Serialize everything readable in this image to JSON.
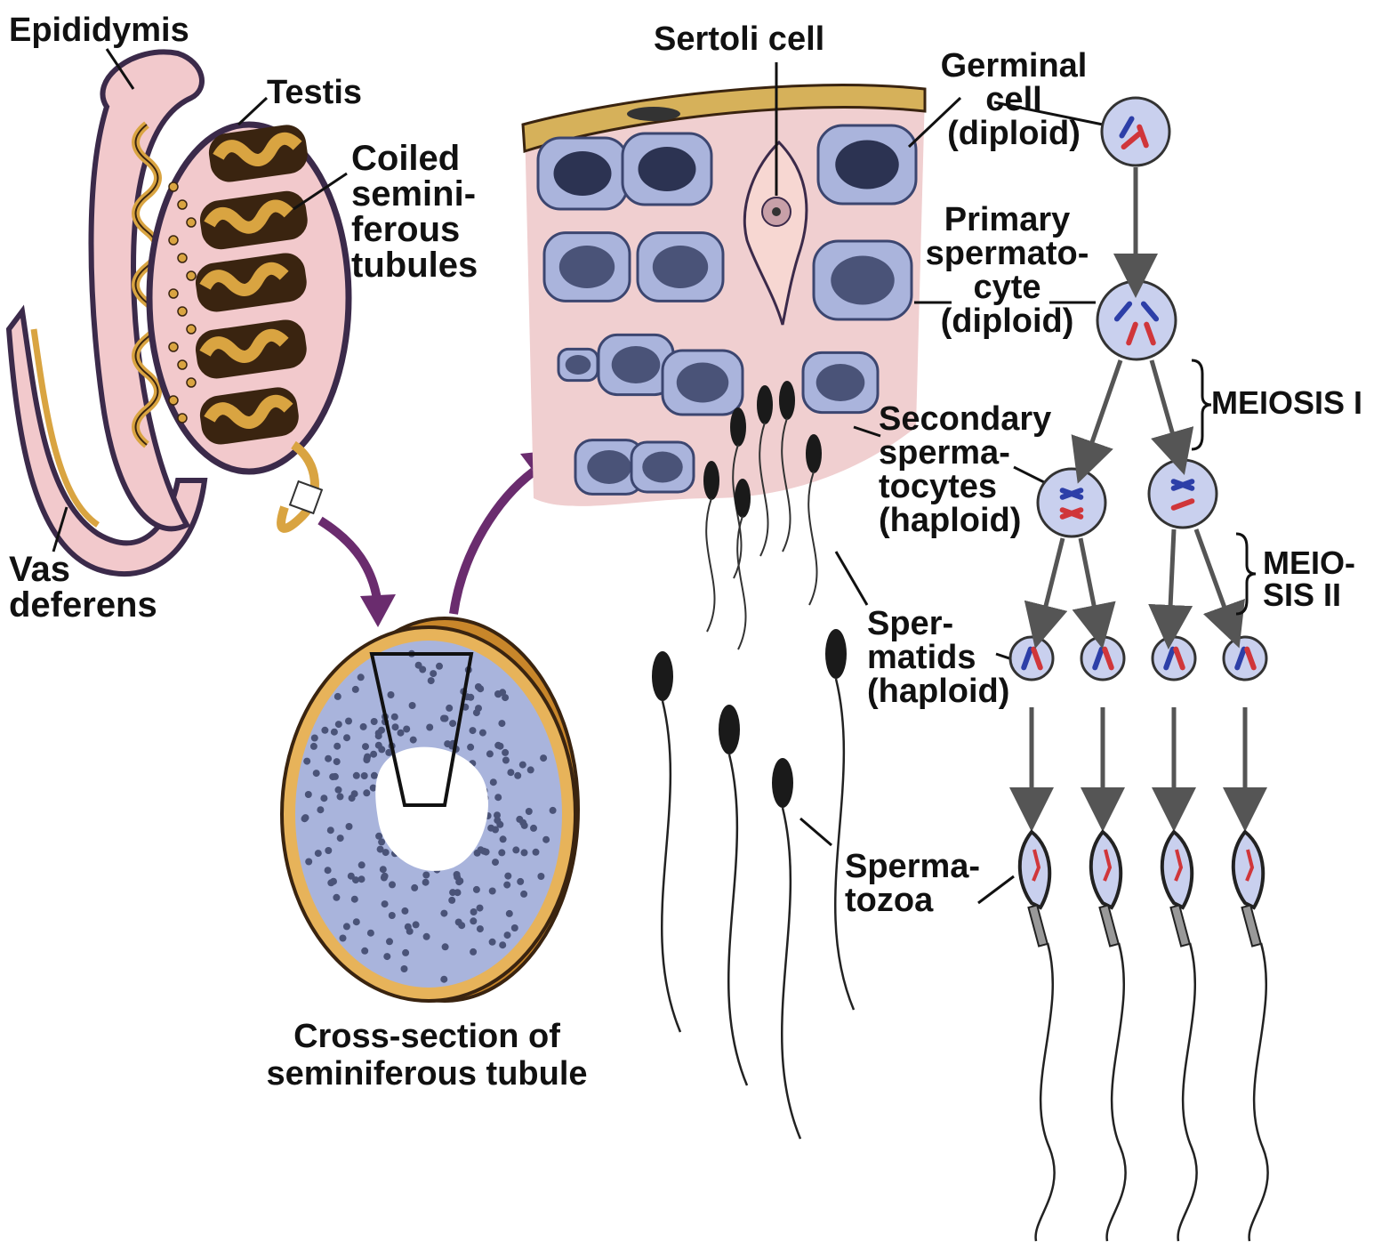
{
  "labels": {
    "epididymis": "Epididymis",
    "testis": "Testis",
    "coiled_tubules": "Coiled\nsemini-\nferous\ntubules",
    "vas_deferens": "Vas\ndeferens",
    "sertoli_cell": "Sertoli cell",
    "germinal_cell": "Germinal\ncell\n(diploid)",
    "primary_spermatocyte": "Primary\nspermato-\ncyte\n(diploid)",
    "secondary_spermatocytes": "Secondary\nsperma-\ntocytes\n(haploid)",
    "spermatids": "Sper-\nmatids\n(haploid)",
    "spermatozoa": "Sperma-\ntozoa",
    "meiosis_1": "MEIOSIS I",
    "meiosis_2": "MEIO-\nSIS II",
    "cross_section": "Cross-section of\nseminiferous tubule"
  },
  "colors": {
    "testis_pink": "#f2c9cc",
    "testis_outline": "#3b2a4a",
    "tubule_gold": "#d9a441",
    "tubule_dark": "#3a2410",
    "cell_blue": "#aab4dc",
    "cell_outline": "#3c4670",
    "nucleus": "#4a5378",
    "tissue_pink": "#f0cfd0",
    "basement_gold": "#d6b15a",
    "arrow_purple": "#6a2c6e",
    "chrom_red": "#d0363a",
    "chrom_blue": "#2d3fa8",
    "sperm_dark": "#1a1a1a"
  }
}
